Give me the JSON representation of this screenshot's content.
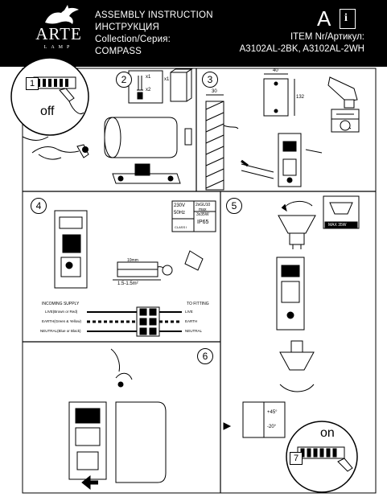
{
  "header": {
    "brand": "ARTE",
    "brand_sub": "LAMP",
    "line1": "ASSEMBLY INSTRUCTION",
    "line2": "ИНСТРУКЦИЯ",
    "line3": "Collection/Серия:",
    "line4": "COMPASS",
    "item_label": "ITEM Nr/Артикул:",
    "item_value": "A3102AL-2BK, A3102AL-2WH",
    "doc_letter": "A",
    "info_icon_letter": "i"
  },
  "steps": {
    "s1": "1",
    "s2": "2",
    "s3": "3",
    "s4": "4",
    "s5": "5",
    "s6": "6",
    "s7": "7"
  },
  "step1": {
    "off_label": "off"
  },
  "step2": {
    "x1_a": "x1",
    "x2": "x2",
    "x1_b": "x1"
  },
  "step3": {
    "dim_40": "40",
    "dim_132": "132",
    "dim_30": "30"
  },
  "step4": {
    "spec_voltage": "230V",
    "spec_freq": "50Hz",
    "spec_cable1": "2xGU10",
    "spec_cable2": "max",
    "spec_cable3": "3x35W",
    "spec_class": "CLASS I",
    "ip": "IP65",
    "strip_label": "10mm",
    "cable_size": "1.5-1.5m²",
    "incoming": "INCOMING SUPPLY",
    "to_fitting": "TO FITTING",
    "live_left": "LIVE(Brown or Red)",
    "live_right": "LIVE",
    "earth_left": "EARTH(Green & Yellow)",
    "earth_right": "EARTH",
    "neutral_left": "NEUTRAL(Blue or Black)",
    "neutral_right": "NEUTRAL"
  },
  "step5": {
    "max_label": "MAX 35W"
  },
  "step6": {
    "temp_hi": "+45°",
    "temp_lo": "-20°"
  },
  "step7": {
    "on_label": "on"
  },
  "colors": {
    "header_bg": "#000000",
    "line": "#000000"
  }
}
